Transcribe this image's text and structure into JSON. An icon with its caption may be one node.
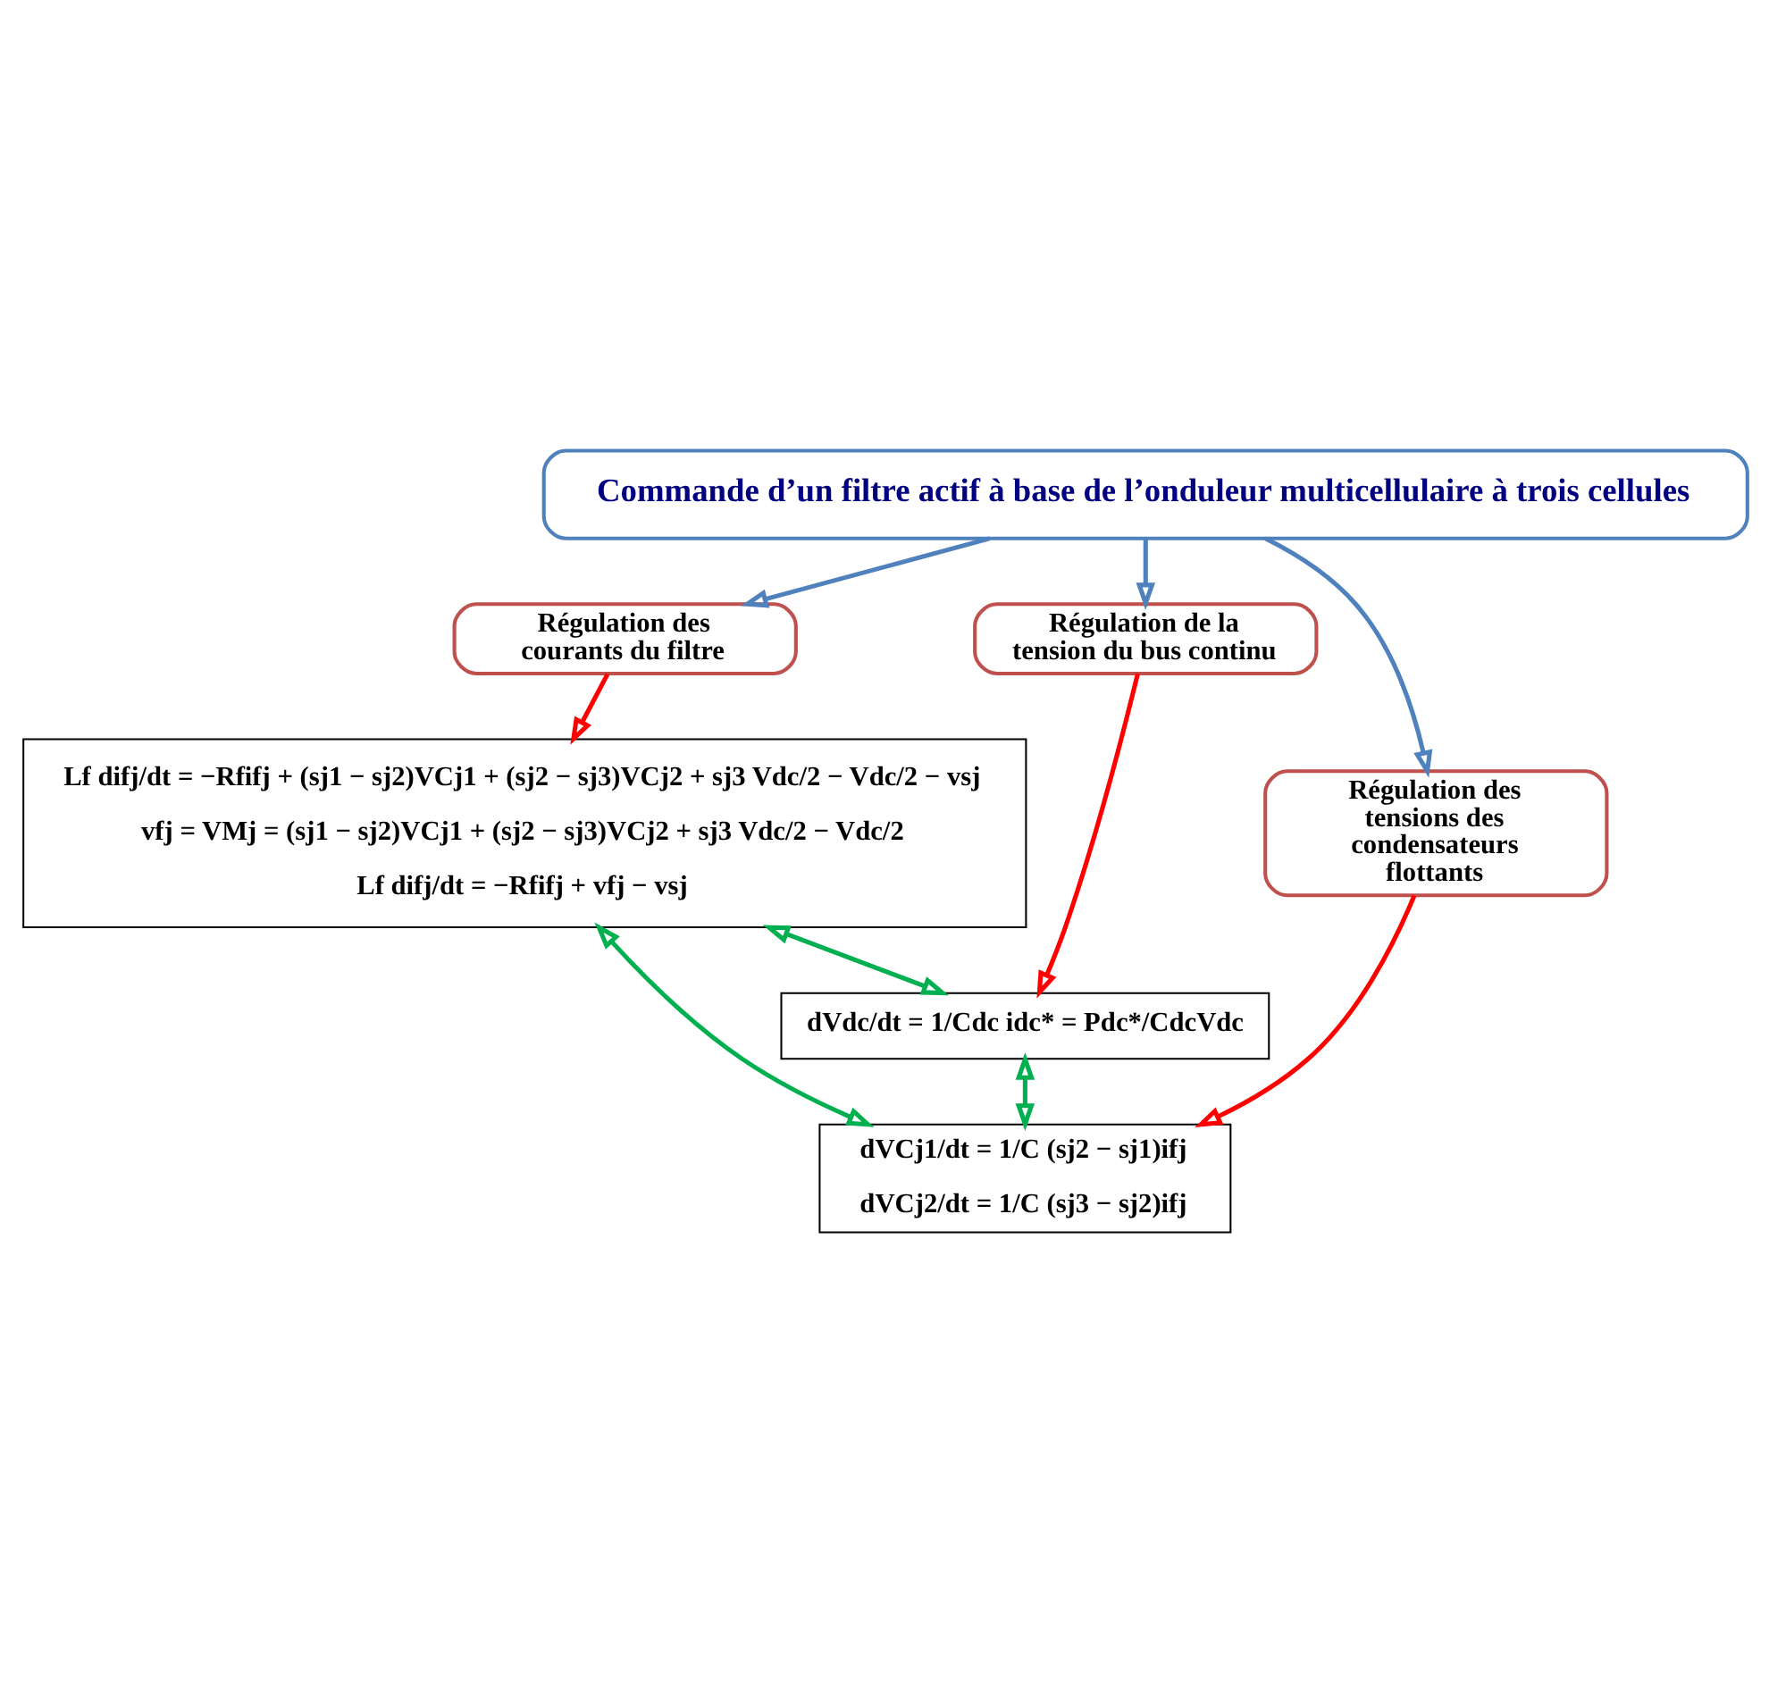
{
  "diagram": {
    "nodes": [
      {
        "text": [
          "Commande d’un filtre actif à base de l’onduleur multicellulaire à trois cellules"
        ]
      },
      {
        "text": [
          "Régulation des courants du filtre"
        ]
      },
      {
        "text": [
          "Lf difj/dt = −Rfifj + (sj1 − sj2)VCj1 + (sj2 − sj3)VCj2 + sj3 Vdc/2 − Vdc/2 − vsj",
          "vfj = VMj = (sj1 − sj2)VCj1 + (sj2 − sj3)VCj2 + sj3 Vdc/2 − Vdc/2",
          "Lf difj/dt = −Rfifj + vfj − vsj"
        ]
      },
      {
        "text": [
          "Régulation de la tension du bus continu"
        ]
      },
      {
        "text": [
          "dVdc/dt = 1/Cdc idc* = Pdc*/CdcVdc"
        ]
      },
      {
        "text": [
          "Régulation des tensions des condensateurs flottants"
        ]
      },
      {
        "text": [
          "dVCj1/dt = 1/C (sj2 − sj1)ifj",
          "dVCj2/dt = 1/C (sj3 − sj2)ifj"
        ]
      }
    ],
    "edges": [
      {
        "from": 0,
        "to": 1,
        "arrow": "to",
        "color": "#4f81bd"
      },
      {
        "from": 0,
        "to": 3,
        "arrow": "to",
        "color": "#4f81bd"
      },
      {
        "from": 0,
        "to": 5,
        "arrow": "to",
        "color": "#4f81bd"
      },
      {
        "from": 1,
        "to": 2,
        "arrow": "to",
        "color": "#ff0000"
      },
      {
        "from": 3,
        "to": 4,
        "arrow": "to",
        "color": "#ff0000"
      },
      {
        "from": 5,
        "to": 6,
        "arrow": "to",
        "color": "#ff0000"
      },
      {
        "from": 2,
        "to": 4,
        "arrow": "both",
        "color": "#00b050"
      },
      {
        "from": 4,
        "to": 6,
        "arrow": "both",
        "color": "#00b050"
      },
      {
        "from": 2,
        "to": 6,
        "arrow": "both",
        "color": "#00b050"
      }
    ]
  }
}
